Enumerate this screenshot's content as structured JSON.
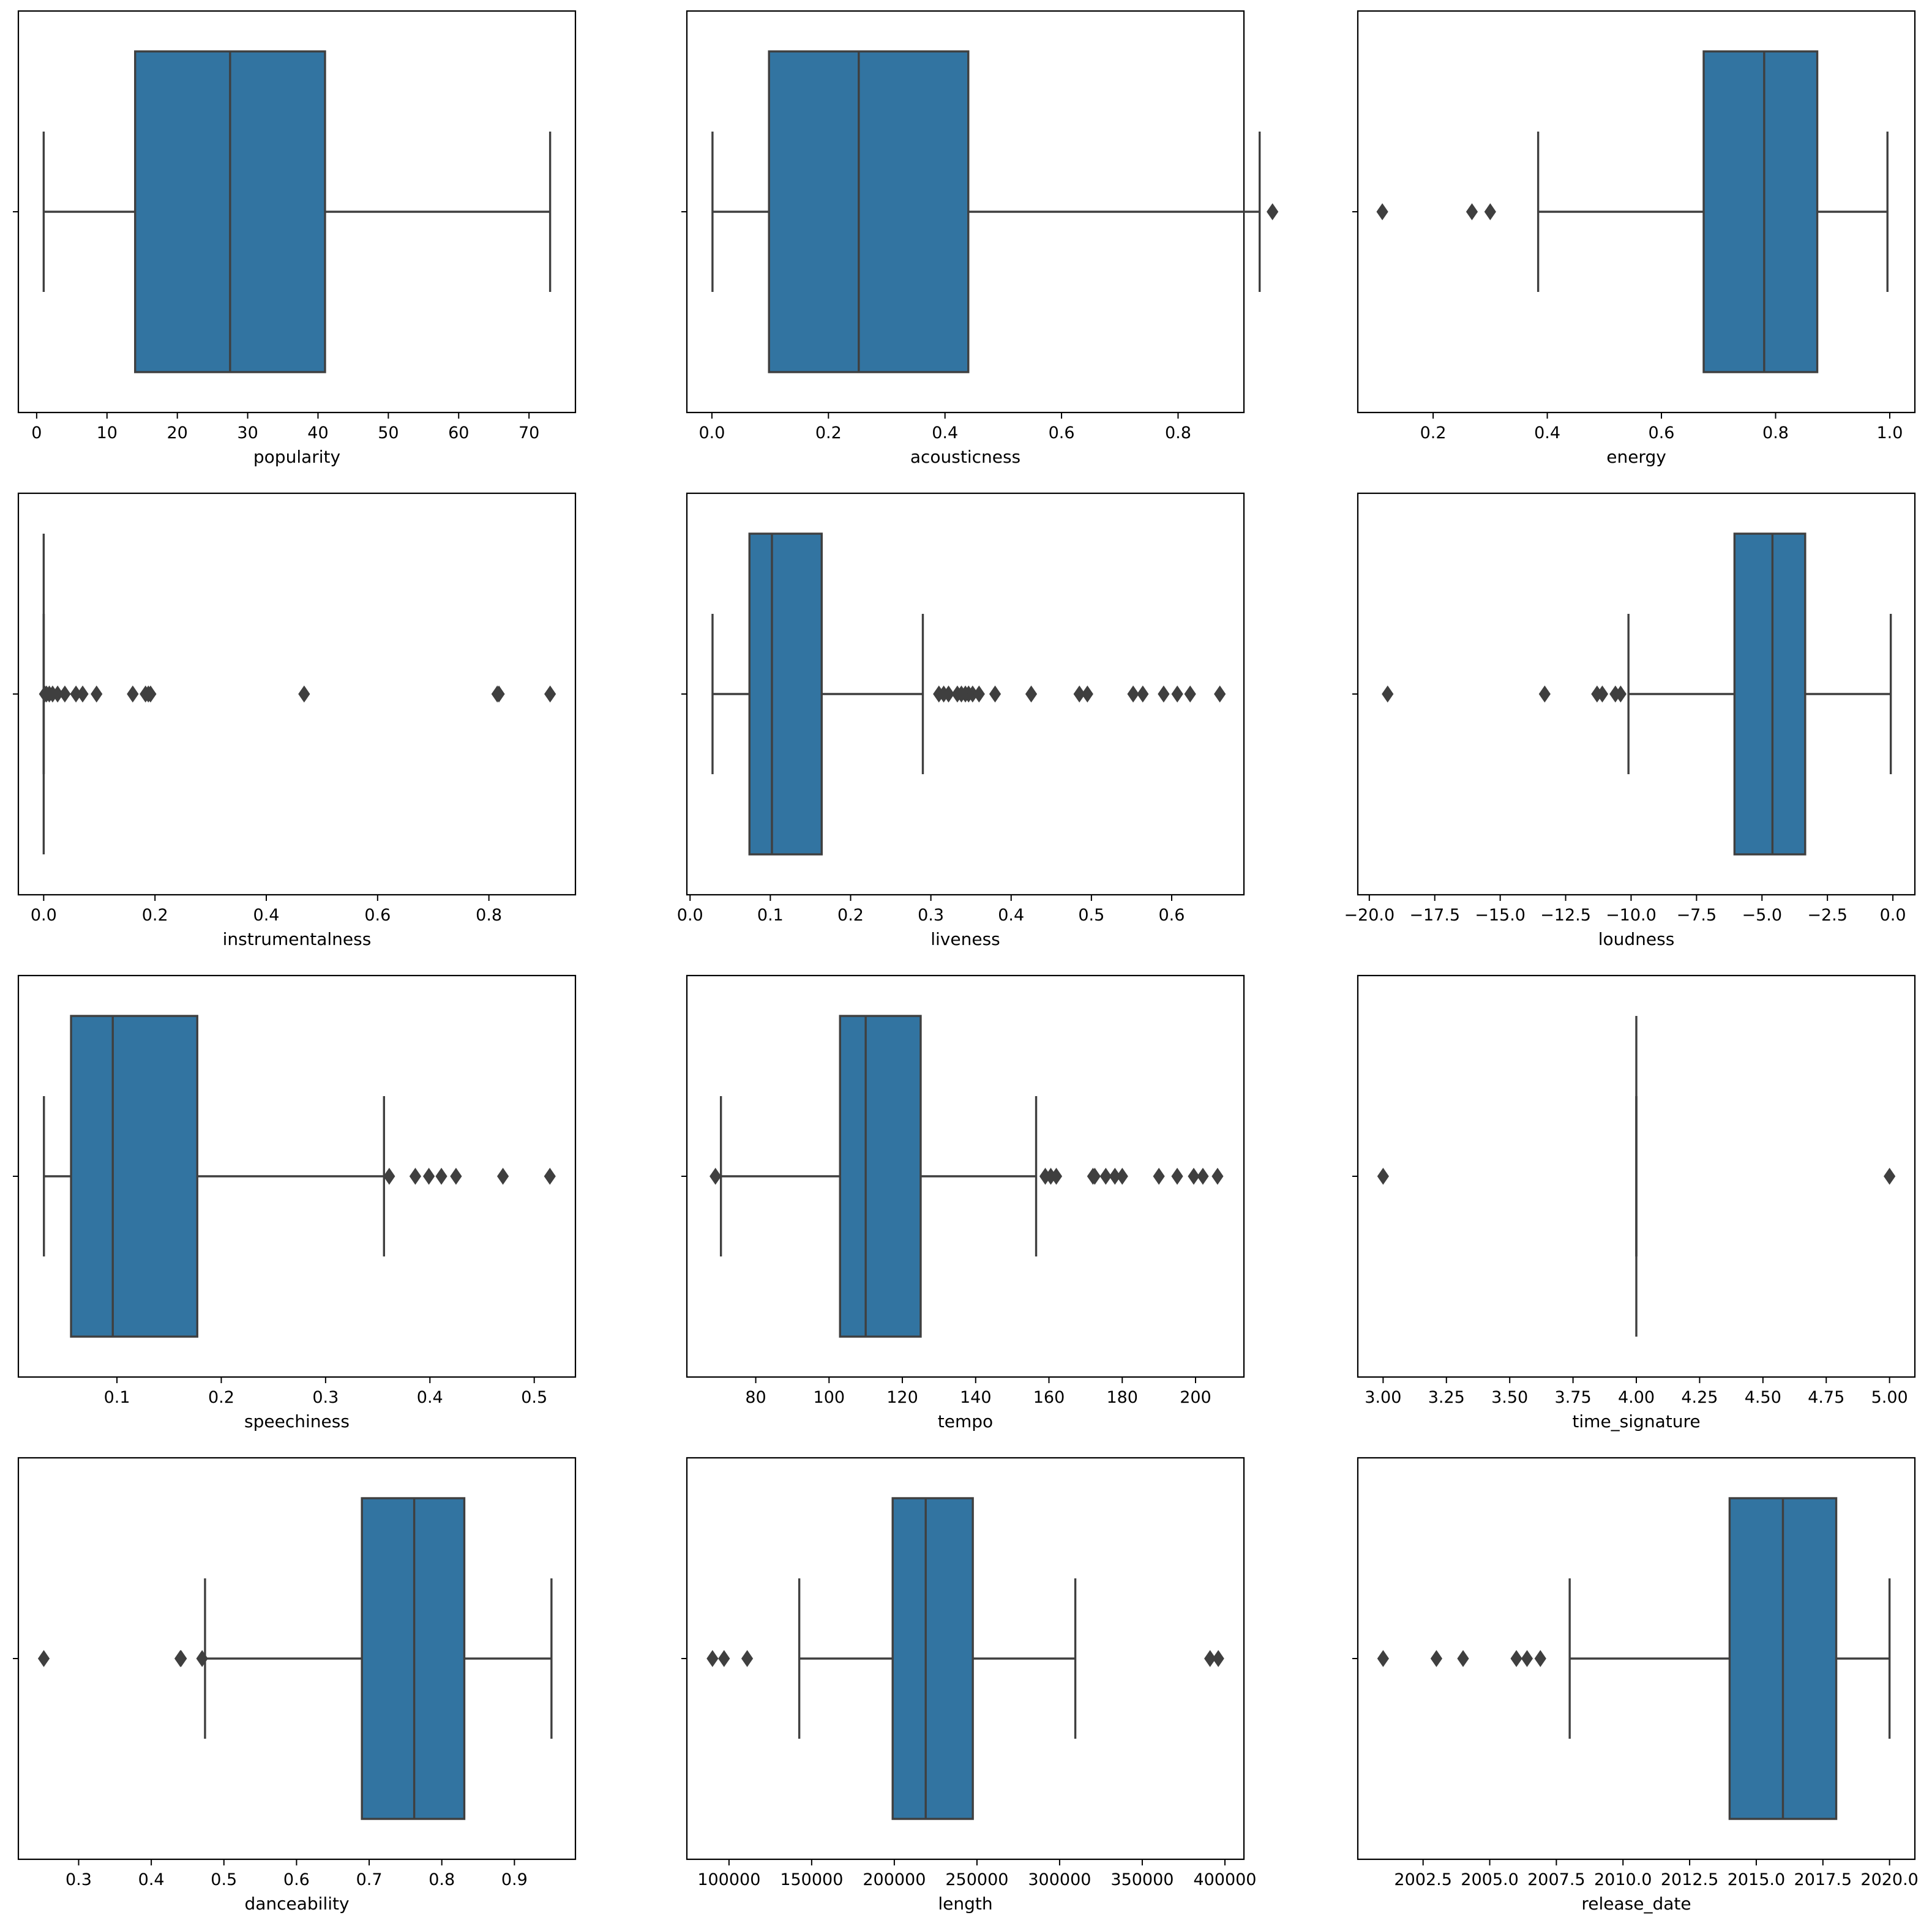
{
  "colors": {
    "box_fill": "#3274a1",
    "line": "#3f3f3f",
    "frame": "#000000",
    "background": "#ffffff"
  },
  "chart_data": [
    {
      "type": "box",
      "xlabel": "popularity",
      "xlim": [
        -2.6,
        76.6
      ],
      "ticks": [
        0,
        10,
        20,
        30,
        40,
        50,
        60,
        70
      ],
      "tick_labels": [
        "0",
        "10",
        "20",
        "30",
        "40",
        "50",
        "60",
        "70"
      ],
      "min": 1,
      "q1": 14,
      "median": 27.5,
      "q3": 41,
      "max": 73,
      "outliers": []
    },
    {
      "type": "box",
      "xlabel": "acousticness",
      "xlim": [
        -0.043,
        0.913
      ],
      "ticks": [
        0.0,
        0.2,
        0.4,
        0.6,
        0.8
      ],
      "tick_labels": [
        "0.0",
        "0.2",
        "0.4",
        "0.6",
        "0.8"
      ],
      "min": 0.001,
      "q1": 0.098,
      "median": 0.252,
      "q3": 0.44,
      "max": 0.94,
      "outliers": [
        0.962
      ]
    },
    {
      "type": "box",
      "xlabel": "energy",
      "xlim": [
        0.068,
        1.044
      ],
      "ticks": [
        0.2,
        0.4,
        0.6,
        0.8,
        1.0
      ],
      "tick_labels": [
        "0.2",
        "0.4",
        "0.6",
        "0.8",
        "1.0"
      ],
      "min": 0.384,
      "q1": 0.674,
      "median": 0.78,
      "q3": 0.873,
      "max": 0.996,
      "outliers": [
        0.111,
        0.268,
        0.3
      ]
    },
    {
      "type": "box",
      "xlabel": "instrumentalness",
      "xlim": [
        -0.0455,
        0.9555
      ],
      "ticks": [
        0.0,
        0.2,
        0.4,
        0.6,
        0.8
      ],
      "tick_labels": [
        "0.0",
        "0.2",
        "0.4",
        "0.6",
        "0.8"
      ],
      "min": 0.0,
      "q1": 0.0,
      "median": 0.0,
      "q3": 5e-05,
      "max": 0.0001,
      "outliers": [
        0.002,
        0.005,
        0.01,
        0.016,
        0.025,
        0.038,
        0.058,
        0.07,
        0.095,
        0.16,
        0.183,
        0.188,
        0.192,
        0.468,
        0.815,
        0.818,
        0.91
      ]
    },
    {
      "type": "box",
      "xlabel": "liveness",
      "xlim": [
        -0.004,
        0.69
      ],
      "ticks": [
        0.0,
        0.1,
        0.2,
        0.3,
        0.4,
        0.5,
        0.6
      ],
      "tick_labels": [
        "0.0",
        "0.1",
        "0.2",
        "0.3",
        "0.4",
        "0.5",
        "0.6"
      ],
      "min": 0.028,
      "q1": 0.074,
      "median": 0.102,
      "q3": 0.164,
      "max": 0.29,
      "outliers": [
        0.31,
        0.316,
        0.322,
        0.333,
        0.338,
        0.343,
        0.347,
        0.352,
        0.36,
        0.38,
        0.425,
        0.485,
        0.495,
        0.552,
        0.564,
        0.59,
        0.607,
        0.623,
        0.66
      ]
    },
    {
      "type": "box",
      "xlabel": "loudness",
      "xlim": [
        -20.44,
        0.84
      ],
      "ticks": [
        -20.0,
        -17.5,
        -15.0,
        -12.5,
        -10.0,
        -7.5,
        -5.0,
        -2.5,
        0.0
      ],
      "tick_labels": [
        "−20.0",
        "−17.5",
        "−15.0",
        "−12.5",
        "−10.0",
        "−7.5",
        "−5.0",
        "−2.5",
        "0.0"
      ],
      "min": -10.1,
      "q1": -6.05,
      "median": -4.6,
      "q3": -3.35,
      "max": -0.08,
      "outliers": [
        -19.3,
        -13.3,
        -11.3,
        -11.1,
        -10.6,
        -10.4
      ]
    },
    {
      "type": "box",
      "xlabel": "speechiness",
      "xlim": [
        0.0055,
        0.5395
      ],
      "ticks": [
        0.1,
        0.2,
        0.3,
        0.4,
        0.5
      ],
      "tick_labels": [
        "0.1",
        "0.2",
        "0.3",
        "0.4",
        "0.5"
      ],
      "min": 0.03,
      "q1": 0.056,
      "median": 0.096,
      "q3": 0.177,
      "max": 0.356,
      "outliers": [
        0.361,
        0.386,
        0.399,
        0.411,
        0.425,
        0.47,
        0.515
      ]
    },
    {
      "type": "box",
      "xlabel": "tempo",
      "xlim": [
        61.2,
        213.2
      ],
      "ticks": [
        80,
        100,
        120,
        140,
        160,
        180,
        200
      ],
      "tick_labels": [
        "80",
        "100",
        "120",
        "140",
        "160",
        "180",
        "200"
      ],
      "min": 70.5,
      "q1": 103,
      "median": 110,
      "q3": 125,
      "max": 156.5,
      "outliers": [
        69,
        159,
        160.5,
        162,
        172,
        172.5,
        175.5,
        178,
        180,
        190,
        195,
        199.5,
        202,
        206
      ]
    },
    {
      "type": "box",
      "xlabel": "time_signature",
      "xlim": [
        2.9,
        5.1
      ],
      "ticks": [
        3.0,
        3.25,
        3.5,
        3.75,
        4.0,
        4.25,
        4.5,
        4.75,
        5.0
      ],
      "tick_labels": [
        "3.00",
        "3.25",
        "3.50",
        "3.75",
        "4.00",
        "4.25",
        "4.50",
        "4.75",
        "5.00"
      ],
      "min": 4,
      "q1": 4,
      "median": 4,
      "q3": 4,
      "max": 4,
      "outliers": [
        3.0,
        5.0
      ]
    },
    {
      "type": "box",
      "xlabel": "danceability",
      "xlim": [
        0.217,
        0.984
      ],
      "ticks": [
        0.3,
        0.4,
        0.5,
        0.6,
        0.7,
        0.8,
        0.9
      ],
      "tick_labels": [
        "0.3",
        "0.4",
        "0.5",
        "0.6",
        "0.7",
        "0.8",
        "0.9"
      ],
      "min": 0.474,
      "q1": 0.69,
      "median": 0.762,
      "q3": 0.831,
      "max": 0.951,
      "outliers": [
        0.252,
        0.44,
        0.441,
        0.47
      ]
    },
    {
      "type": "box",
      "xlabel": "length",
      "xlim": [
        74500,
        411500
      ],
      "ticks": [
        100000,
        150000,
        200000,
        250000,
        300000,
        350000,
        400000
      ],
      "tick_labels": [
        "100000",
        "150000",
        "200000",
        "250000",
        "300000",
        "350000",
        "400000"
      ],
      "min": 142500,
      "q1": 199000,
      "median": 219000,
      "q3": 247500,
      "max": 309500,
      "outliers": [
        90000,
        97000,
        111000,
        391000,
        396000
      ]
    },
    {
      "type": "box",
      "xlabel": "release_date",
      "xlim": [
        2000.05,
        2020.95
      ],
      "ticks": [
        2002.5,
        2005.0,
        2007.5,
        2010.0,
        2012.5,
        2015.0,
        2017.5,
        2020.0
      ],
      "tick_labels": [
        "2002.5",
        "2005.0",
        "2007.5",
        "2010.0",
        "2012.5",
        "2015.0",
        "2017.5",
        "2020.0"
      ],
      "min": 2008,
      "q1": 2014,
      "median": 2016,
      "q3": 2018,
      "max": 2020,
      "outliers": [
        2001,
        2003,
        2004,
        2006,
        2006.4,
        2006.9
      ]
    }
  ]
}
